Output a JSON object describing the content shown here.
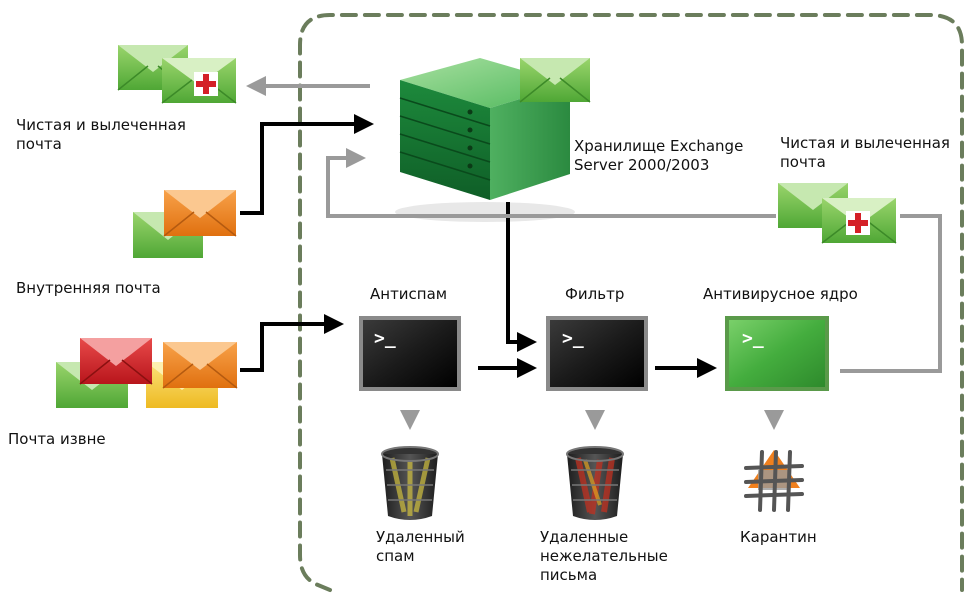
{
  "labels": {
    "clean_mail_left": "Чистая и вылеченная\nпочта",
    "internal_mail": "Внутренняя почта",
    "external_mail": "Почта извне",
    "storage": "Хранилище Exchange\nServer 2000/2003",
    "clean_mail_right": "Чистая и вылеченная\nпочта",
    "antispam": "Антиспам",
    "filter": "Фильтр",
    "antivirus": "Антивирусное ядро",
    "deleted_spam": "Удаленный\nспам",
    "deleted_unwanted": "Удаленные\nнежелательные\nписьма",
    "quarantine": "Карантин"
  },
  "terminal_prompt": ">_",
  "colors": {
    "envelope_green": "#6cc04a",
    "envelope_orange": "#f0801e",
    "envelope_red": "#d42027",
    "envelope_yellow": "#f5d03a",
    "server_green": "#1e8a3e",
    "terminal_dark": "#1a1a1a",
    "terminal_green": "#4cb848",
    "arrow_black": "#000000",
    "arrow_gray": "#9a9a9a",
    "dashed_border": "#6b7d5c"
  },
  "icons": [
    "envelope-icon",
    "medical-cross-icon",
    "server-icon",
    "terminal-icon",
    "trash-bin-icon",
    "quarantine-grid-icon"
  ]
}
